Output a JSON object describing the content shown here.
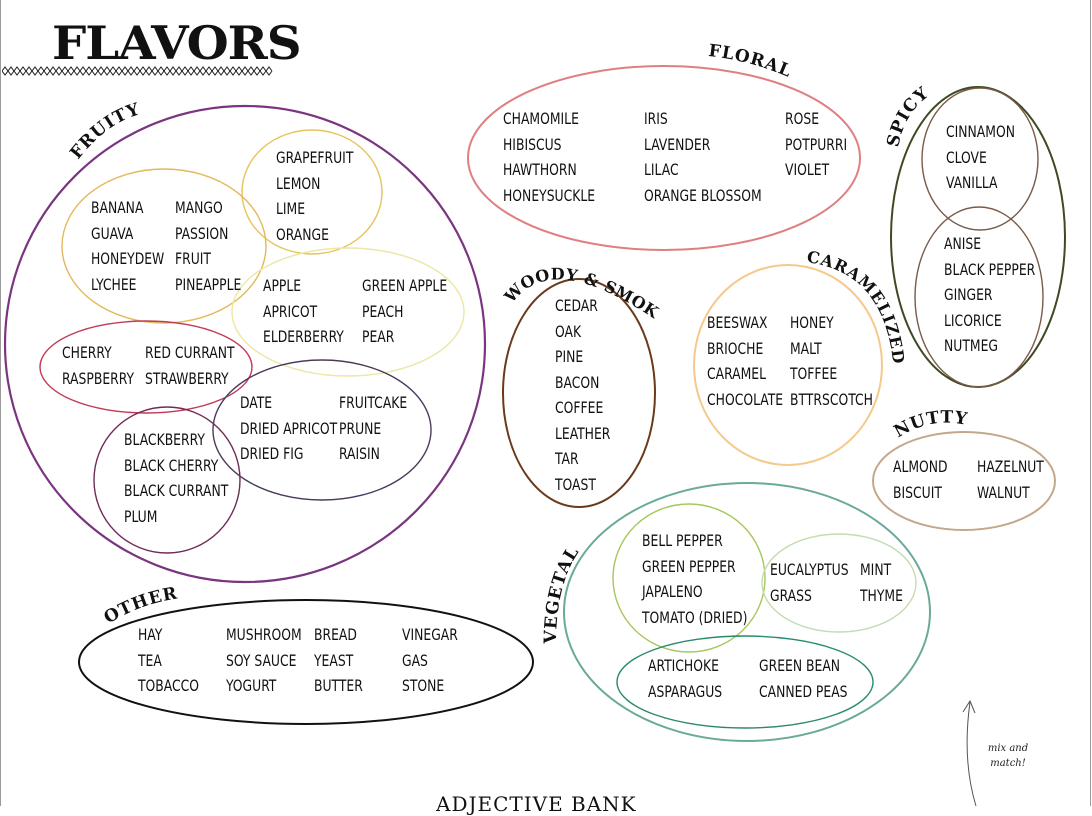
{
  "title": "FLAVORS",
  "bottom_title": "ADJECTIVE BANK",
  "note": [
    "mix and",
    "match!"
  ],
  "groups": {
    "fruity": "FRUITY",
    "floral": "FLORAL",
    "spicy": "SPICY",
    "woody": "WOODY & SMOKE",
    "caramelized": "CARAMELIZED",
    "nutty": "NUTTY",
    "vegetal": "VEGETAL",
    "other": "OTHER"
  },
  "colors": {
    "fruity": "#7a3580",
    "citrus": "#e8c35a",
    "tropical": "#e3b95c",
    "tree_fruit": "#ece7a5",
    "red_fruit": "#c23a55",
    "dried_fruit": "#4b3a5c",
    "black_fruit": "#6e2c55",
    "floral": "#e07f82",
    "spicy_outer": "#3e4a24",
    "spicy_inner": "#7a5a48",
    "woody": "#6a3a1c",
    "caramelized": "#f5c98a",
    "nutty": "#c3a88a",
    "vegetal_outer": "#6aaa98",
    "vegetal_green": "#a6c75b",
    "vegetal_herb": "#c4dcb0",
    "vegetal_canned": "#2a8a6e",
    "other": "#111111"
  },
  "words": {
    "citrus": [
      "GRAPEFRUIT",
      "LEMON",
      "LIME",
      "ORANGE"
    ],
    "tropical_col1": [
      "BANANA",
      "GUAVA",
      "HONEYDEW",
      "LYCHEE"
    ],
    "tropical_col2": [
      "MANGO",
      "PASSION",
      "FRUIT",
      "PINEAPPLE"
    ],
    "tree_col1": [
      "APPLE",
      "APRICOT",
      "ELDERBERRY"
    ],
    "tree_col2": [
      "GREEN APPLE",
      "PEACH",
      "PEAR"
    ],
    "red_col1": [
      "CHERRY",
      "RASPBERRY"
    ],
    "red_col2": [
      "RED CURRANT",
      "STRAWBERRY"
    ],
    "dried_col1": [
      "DATE",
      "DRIED APRICOT",
      "DRIED FIG"
    ],
    "dried_col2": [
      "FRUITCAKE",
      "PRUNE",
      "RAISIN"
    ],
    "black": [
      "BLACKBERRY",
      "BLACK CHERRY",
      "BLACK CURRANT",
      "PLUM"
    ],
    "floral_col1": [
      "CHAMOMILE",
      "HIBISCUS",
      "HAWTHORN",
      "HONEYSUCKLE"
    ],
    "floral_col2": [
      "IRIS",
      "LAVENDER",
      "LILAC",
      "ORANGE BLOSSOM"
    ],
    "floral_col3": [
      "ROSE",
      "POTPURRI",
      "VIOLET"
    ],
    "spicy_top": [
      "CINNAMON",
      "CLOVE",
      "VANILLA"
    ],
    "spicy_bottom": [
      "ANISE",
      "BLACK PEPPER",
      "GINGER",
      "LICORICE",
      "NUTMEG"
    ],
    "woody": [
      "CEDAR",
      "OAK",
      "PINE",
      "BACON",
      "COFFEE",
      "LEATHER",
      "TAR",
      "TOAST"
    ],
    "caramel_col1": [
      "BEESWAX",
      "BRIOCHE",
      "CARAMEL",
      "CHOCOLATE"
    ],
    "caramel_col2": [
      "HONEY",
      "MALT",
      "TOFFEE",
      "BTTRSCOTCH"
    ],
    "nutty_col1": [
      "ALMOND",
      "BISCUIT"
    ],
    "nutty_col2": [
      "HAZELNUT",
      "WALNUT"
    ],
    "veg_green": [
      "BELL PEPPER",
      "GREEN PEPPER",
      "JAPALENO",
      "TOMATO (DRIED)"
    ],
    "veg_herb_col1": [
      "EUCALYPTUS",
      "GRASS"
    ],
    "veg_herb_col2": [
      "MINT",
      "THYME"
    ],
    "veg_canned_col1": [
      "ARTICHOKE",
      "ASPARAGUS"
    ],
    "veg_canned_col2": [
      "GREEN BEAN",
      "CANNED PEAS"
    ],
    "other_col1": [
      "HAY",
      "TEA",
      "TOBACCO"
    ],
    "other_col2": [
      "MUSHROOM",
      "SOY SAUCE",
      "YOGURT"
    ],
    "other_col3": [
      "BREAD",
      "YEAST",
      "BUTTER"
    ],
    "other_col4": [
      "VINEGAR",
      "GAS",
      "STONE"
    ]
  }
}
